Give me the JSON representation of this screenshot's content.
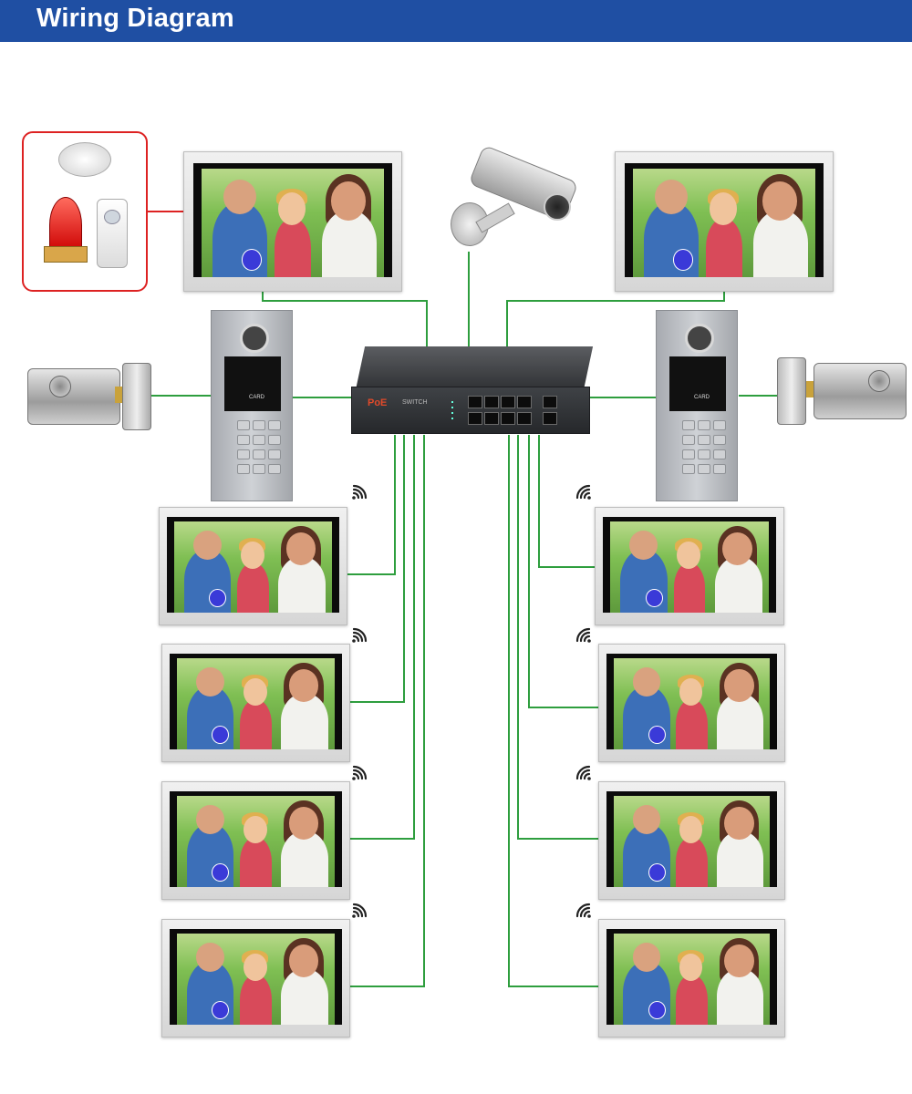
{
  "header": {
    "title": "Wiring Diagram"
  },
  "switch": {
    "brand": "PoE",
    "label": "SWITCH"
  },
  "door_panel": {
    "card_label": "CARD"
  },
  "colors": {
    "header_bg": "#1f4fa3",
    "cable": "#2e9e3e",
    "alarm_border": "#dd2222"
  },
  "icons": [
    "wifi-icon",
    "camera-icon",
    "smoke-detector-icon",
    "siren-icon",
    "pir-sensor-icon",
    "electric-lock-icon",
    "poe-switch-icon",
    "door-panel-icon",
    "indoor-monitor-icon"
  ]
}
